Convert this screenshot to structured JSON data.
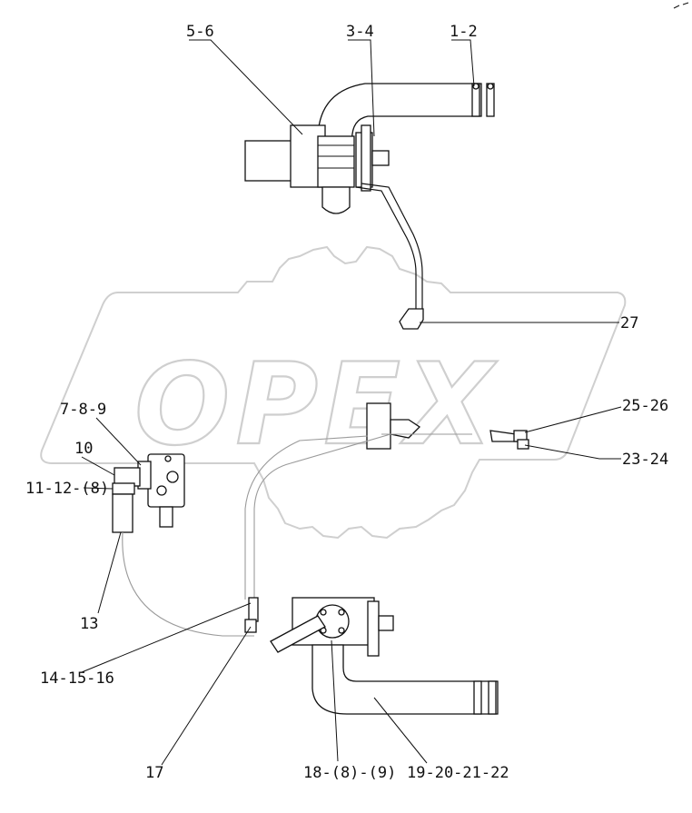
{
  "watermark": {
    "text": "OPEX"
  },
  "callouts": [
    {
      "id": "c1",
      "text": "1-2"
    },
    {
      "id": "c2",
      "text": "3-4"
    },
    {
      "id": "c3",
      "text": "5-6"
    },
    {
      "id": "c4",
      "text": "27"
    },
    {
      "id": "c5",
      "text": "25-26"
    },
    {
      "id": "c6",
      "text": "23-24"
    },
    {
      "id": "c7",
      "text": "7-8-9"
    },
    {
      "id": "c8",
      "text": "10"
    },
    {
      "id": "c9",
      "text": "11-12-(8)"
    },
    {
      "id": "c10",
      "text": "13"
    },
    {
      "id": "c11",
      "text": "14-15-16"
    },
    {
      "id": "c12",
      "text": "17"
    },
    {
      "id": "c13",
      "text": "18-(8)-(9)"
    },
    {
      "id": "c14",
      "text": "19-20-21-22"
    }
  ]
}
